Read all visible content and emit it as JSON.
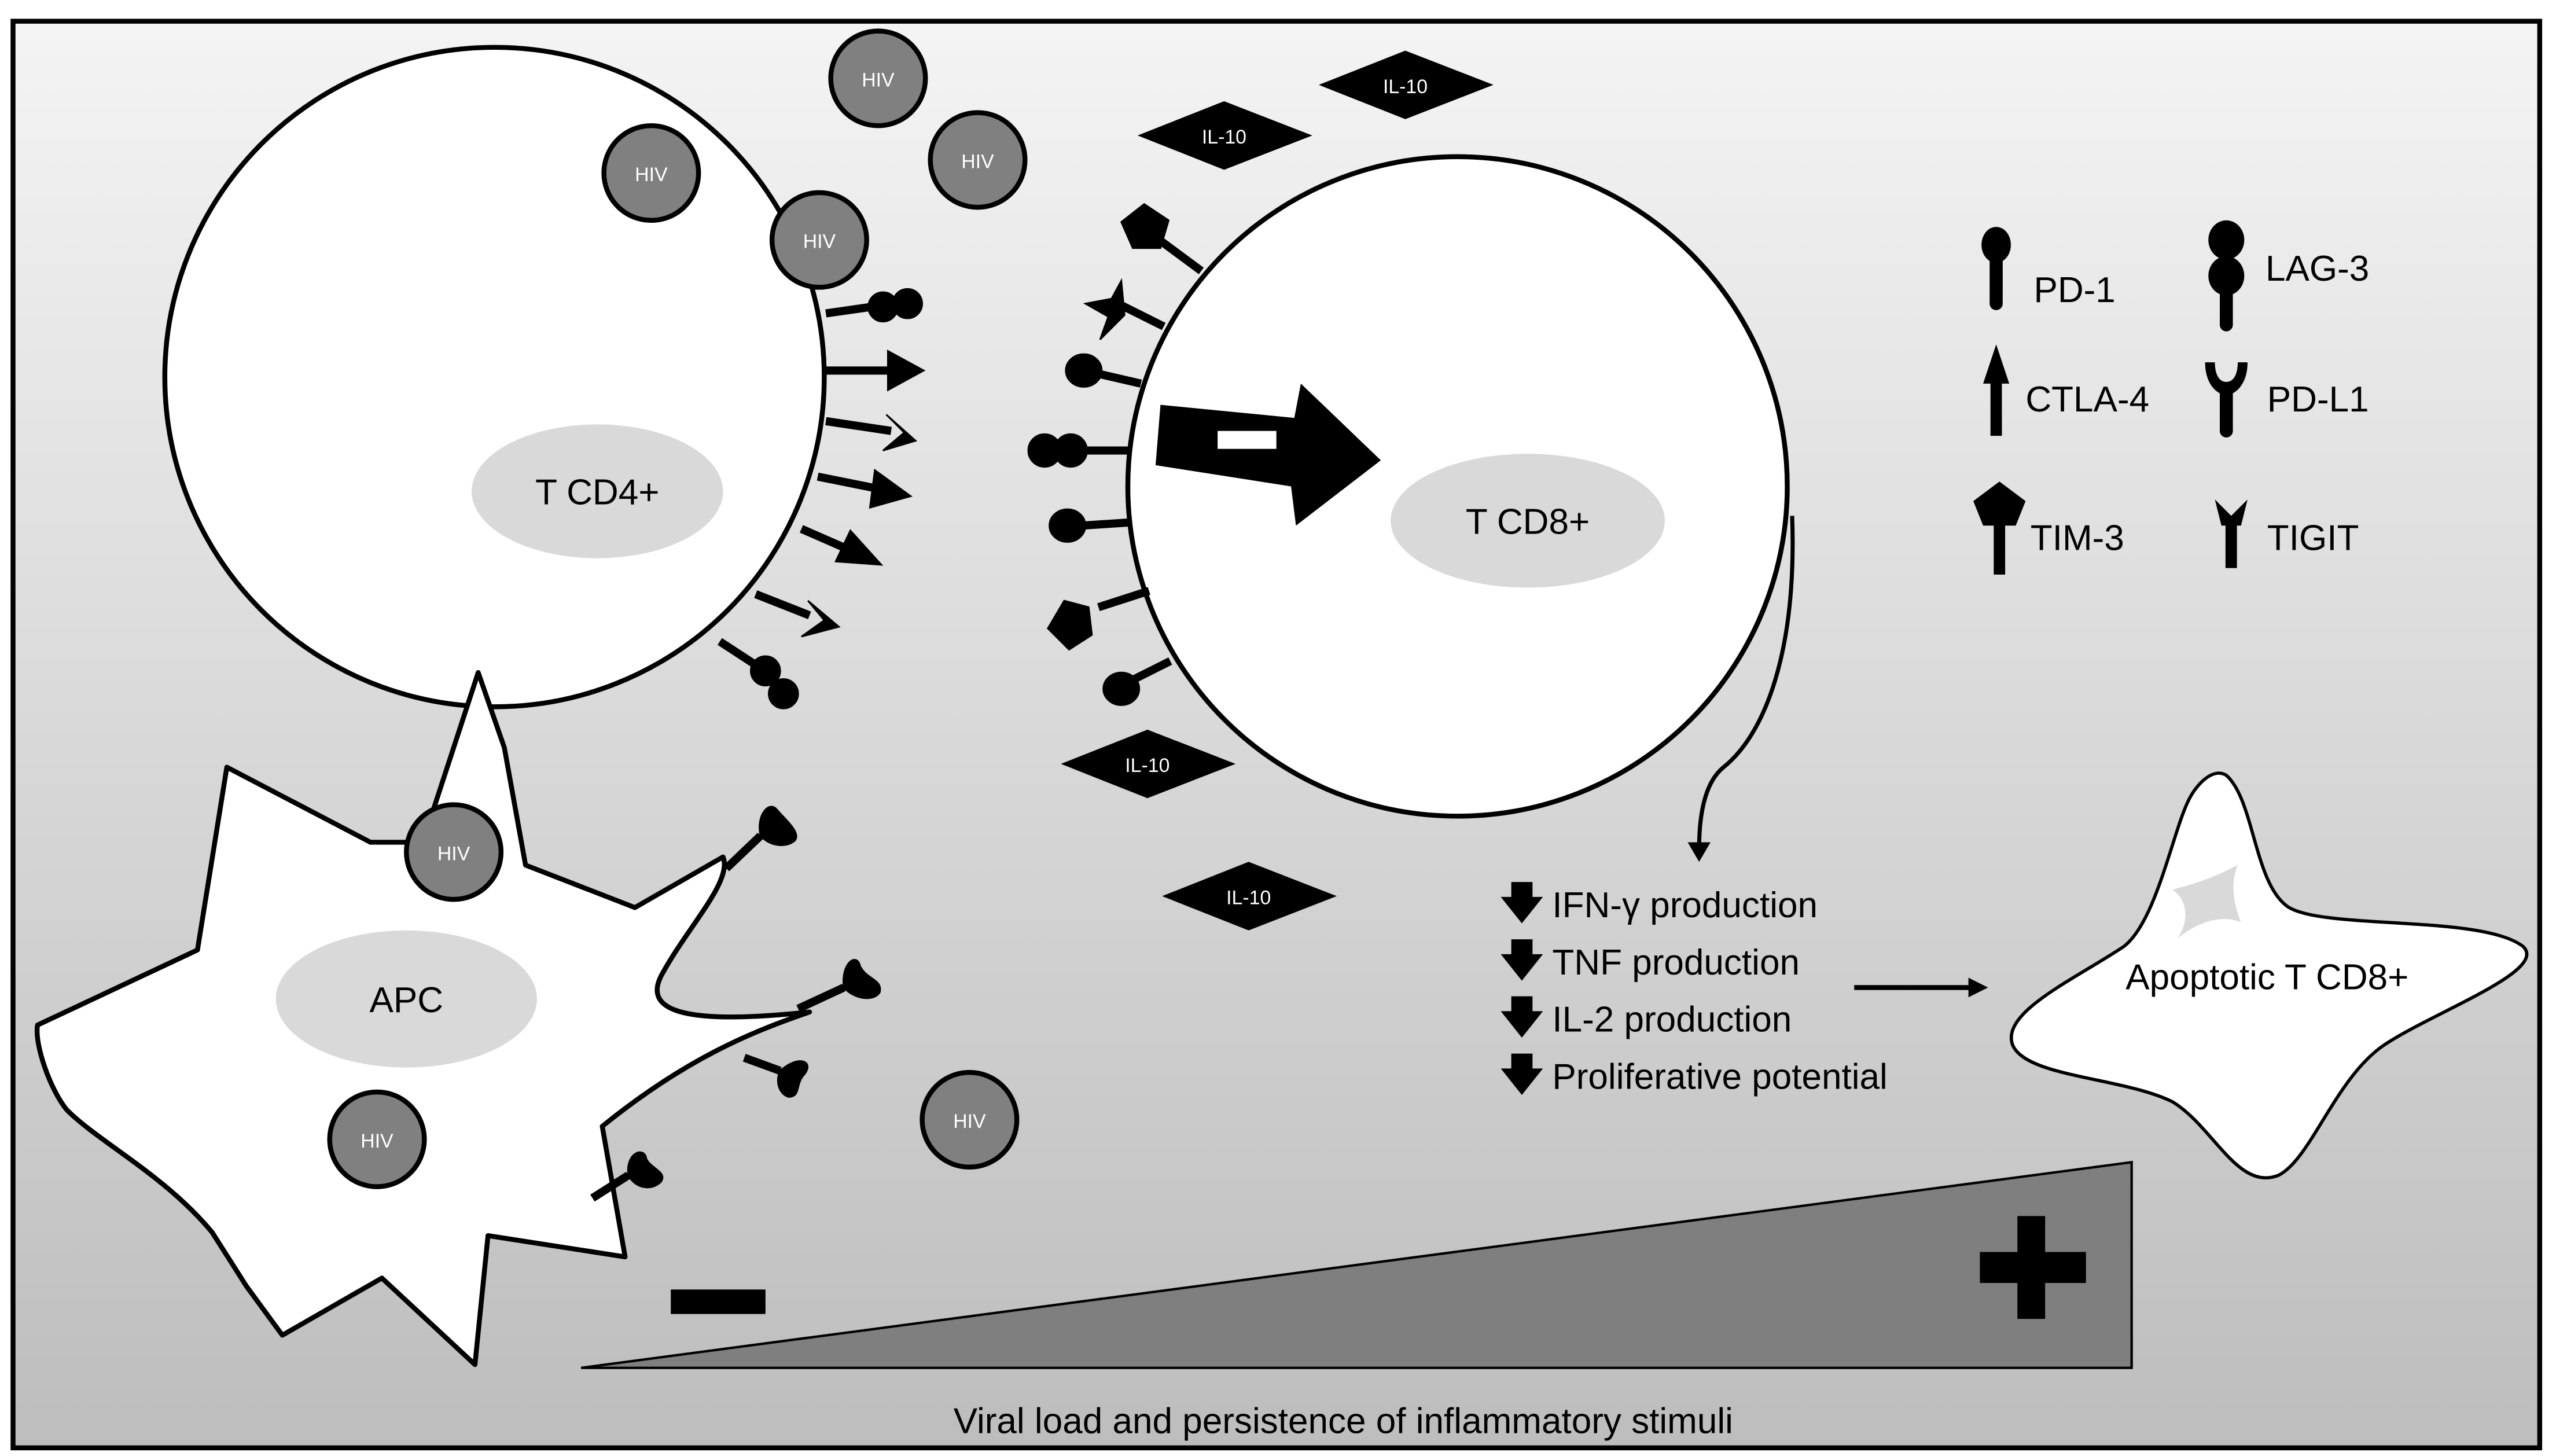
{
  "cells": {
    "cd4_label": "T CD4+",
    "cd8_label": "T CD8+",
    "apc_label": "APC",
    "apoptotic_label": "Apoptotic T CD8+"
  },
  "virus_label": "HIV",
  "cytokine_label": "IL-10",
  "legend": {
    "pd1": "PD-1",
    "lag3": "LAG-3",
    "ctla4": "CTLA-4",
    "pdl1": "PD-L1",
    "tim3": "TIM-3",
    "tigit": "TIGIT"
  },
  "effects": [
    "IFN-γ production",
    "TNF production",
    "IL-2 production",
    "Proliferative potential"
  ],
  "gradient": {
    "low_symbol": "minus",
    "high_symbol": "plus",
    "caption": "Viral load and persistence of inflammatory stimuli"
  },
  "colors": {
    "receptor": "#000000",
    "virus_fill": "#808080",
    "ellipse_fill": "#d9d9d9",
    "triangle_fill": "#7f7f7f",
    "background_top": "#f2f2f2",
    "background_bottom": "#bfbfbf"
  }
}
